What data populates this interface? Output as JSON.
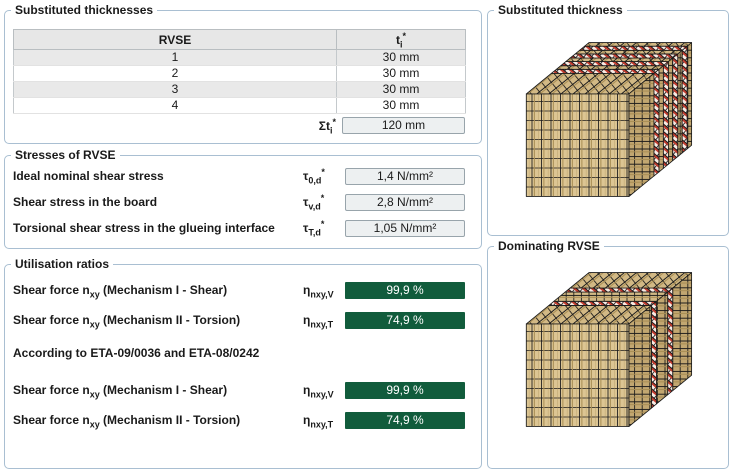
{
  "colors": {
    "group_border": "#a9bfd2",
    "title_text": "#1a1a1a",
    "label_text": "#1a1a1a",
    "field_bg": "#edf0f1",
    "field_border": "#98a4ab",
    "ratio_bg": "#115c3c",
    "ratio_text": "#ffffff",
    "table_header_bg": "#e7e7e7",
    "table_row_alt": "#e9e9e9",
    "table_border": "#c4c9cc",
    "wood_front": "#dcc593",
    "wood_top": "#d2b985",
    "wood_side": "#c2a771",
    "wood_line": "#a98e55",
    "glue_bg": "#f7ebe4",
    "glue_line": "#c23b2e"
  },
  "thicknesses": {
    "title": "Substituted thicknesses",
    "col_rvse": "RVSE",
    "col_t": {
      "base": "t",
      "sub": "i",
      "sup": "*"
    },
    "rows": [
      {
        "rvse": "1",
        "value": "30 mm"
      },
      {
        "rvse": "2",
        "value": "30 mm"
      },
      {
        "rvse": "3",
        "value": "30 mm"
      },
      {
        "rvse": "4",
        "value": "30 mm"
      }
    ],
    "sum": {
      "base": "Σt",
      "sub": "i",
      "sup": "*",
      "value": "120 mm"
    }
  },
  "stresses": {
    "title": "Stresses of RVSE",
    "rows": [
      {
        "label": "Ideal nominal shear stress",
        "sym": {
          "base": "τ",
          "sub": "0,d",
          "sup": "*"
        },
        "value": "1,4 N/mm²"
      },
      {
        "label": "Shear stress in the board",
        "sym": {
          "base": "τ",
          "sub": "v,d",
          "sup": "*"
        },
        "value": "2,8 N/mm²"
      },
      {
        "label": "Torsional shear stress in the glueing interface",
        "sym": {
          "base": "τ",
          "sub": "T,d",
          "sup": "*"
        },
        "value": "1,05 N/mm²"
      }
    ]
  },
  "utilisation": {
    "title": "Utilisation ratios",
    "rows": [
      {
        "label": {
          "pre": "Shear force n",
          "sub": "xy",
          "post": " (Mechanism I - Shear)"
        },
        "sym": {
          "base": "η",
          "sub": "nxy,V"
        },
        "value": "99,9 %"
      },
      {
        "label": {
          "pre": "Shear force n",
          "sub": "xy",
          "post": " (Mechanism II - Torsion)"
        },
        "sym": {
          "base": "η",
          "sub": "nxy,T"
        },
        "value": "74,9 %"
      }
    ],
    "eta_heading": "According to ETA-09/0036 and ETA-08/0242",
    "eta_rows": [
      {
        "label": {
          "pre": "Shear force n",
          "sub": "xy",
          "post": " (Mechanism I - Shear)"
        },
        "sym": {
          "base": "η",
          "sub": "nxy,V"
        },
        "value": "99,9 %"
      },
      {
        "label": {
          "pre": "Shear force n",
          "sub": "xy",
          "post": " (Mechanism II - Torsion)"
        },
        "sym": {
          "base": "η",
          "sub": "nxy,T"
        },
        "value": "74,9 %"
      }
    ]
  },
  "figures": {
    "substituted": {
      "title": "Substituted thickness"
    },
    "dominating": {
      "title": "Dominating RVSE"
    }
  }
}
